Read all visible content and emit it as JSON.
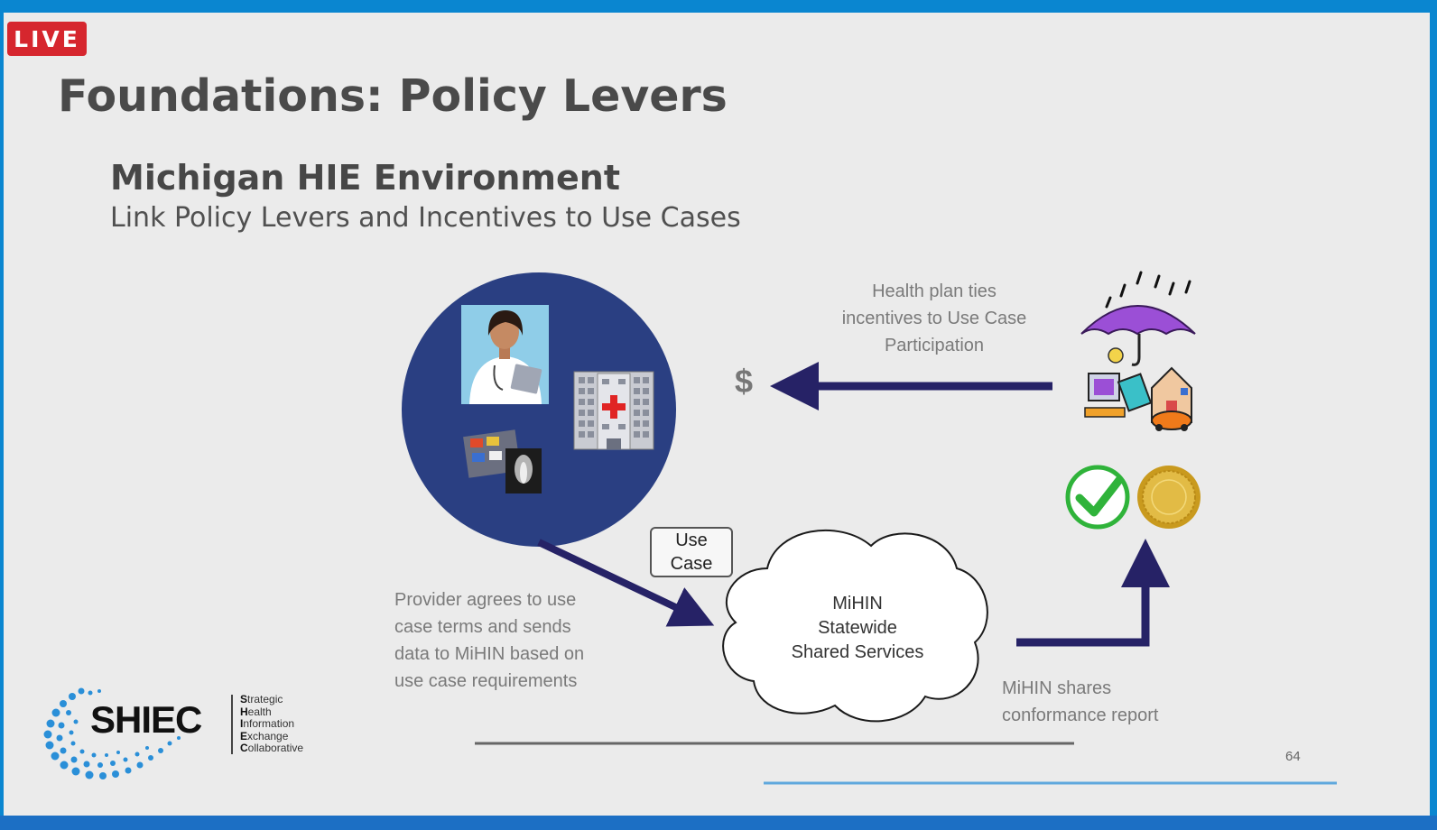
{
  "badge": "LIVE",
  "title": "Foundations: Policy Levers",
  "subtitle": "Michigan HIE Environment",
  "tagline": "Link Policy Levers and Incentives to Use Cases",
  "health_plan_text": [
    "Health plan ties",
    "incentives to Use Case",
    "Participation"
  ],
  "dollar": "$",
  "use_case_box": [
    "Use",
    "Case"
  ],
  "cloud_text": [
    "MiHIN",
    "Statewide",
    "Shared Services"
  ],
  "provider_text": [
    "Provider agrees to use",
    "case terms and sends",
    "data to MiHIN based on",
    "use case requirements"
  ],
  "mihin_text": [
    "MiHIN shares",
    "conformance report"
  ],
  "page_number": "64",
  "logo": {
    "wordmark": "SHIEC",
    "lines": [
      {
        "initial": "S",
        "rest": "trategic"
      },
      {
        "initial": "H",
        "rest": "ealth"
      },
      {
        "initial": "I",
        "rest": "nformation"
      },
      {
        "initial": "E",
        "rest": "xchange"
      },
      {
        "initial": "C",
        "rest": "ollaborative"
      }
    ]
  },
  "icons": [
    "doctor-icon",
    "hospital-icon",
    "medical-records-icon",
    "insurance-umbrella-icon",
    "checkmark-icon",
    "gold-seal-icon",
    "shiec-logo-icon"
  ],
  "colors": {
    "circle": "#2a3f82",
    "arrow": "#262266",
    "frame": "#0a86d0",
    "live": "#d6262e",
    "umbrella": "#9b4fd6",
    "check": "#2fb33a",
    "seal": "#d6ad2a"
  }
}
